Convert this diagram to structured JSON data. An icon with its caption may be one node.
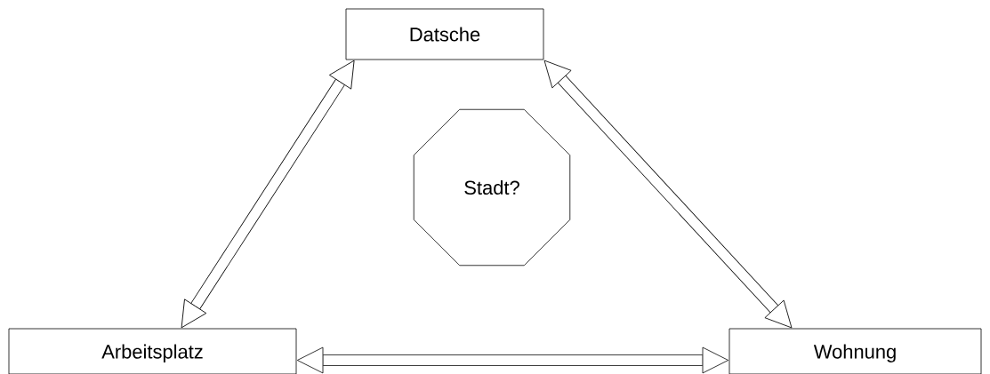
{
  "diagram": {
    "nodes": [
      {
        "text": [
          "Datsche"
        ]
      },
      {
        "text": [
          "Arbeitsplatz"
        ]
      },
      {
        "text": [
          "Wohnung"
        ]
      },
      {
        "text": [
          "Stadt?"
        ]
      }
    ],
    "edges": [
      {
        "from": 0,
        "to": 1,
        "arrow": "both"
      },
      {
        "from": 0,
        "to": 2,
        "arrow": "both"
      },
      {
        "from": 1,
        "to": 2,
        "arrow": "both"
      }
    ]
  }
}
